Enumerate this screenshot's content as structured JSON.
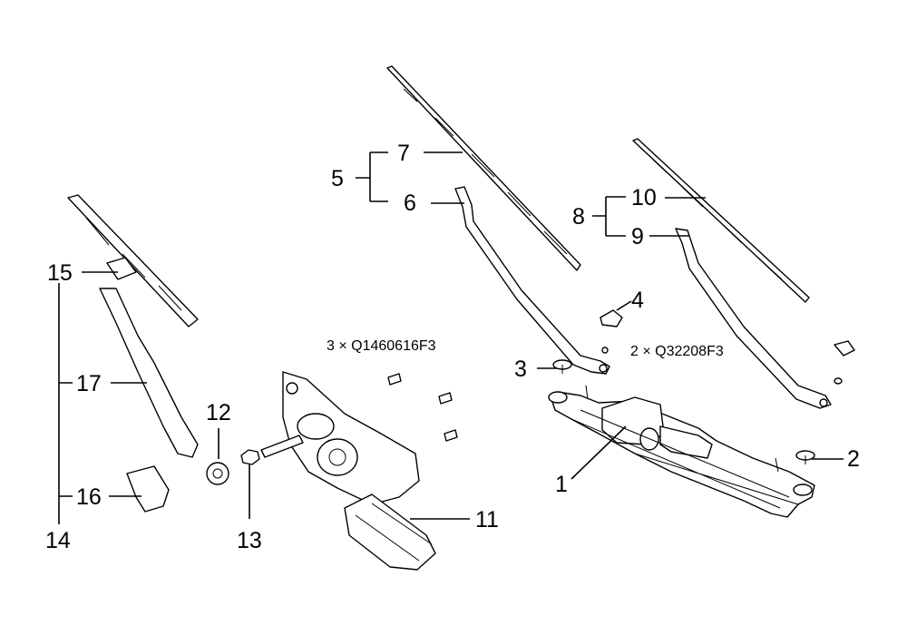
{
  "labels": {
    "p1": "1",
    "p2": "2",
    "p3": "3",
    "p4": "4",
    "p5": "5",
    "p6": "6",
    "p7": "7",
    "p8": "8",
    "p9": "9",
    "p10": "10",
    "p11": "11",
    "p12": "12",
    "p13": "13",
    "p14": "14",
    "p15": "15",
    "p16": "16",
    "p17": "17"
  },
  "notes": {
    "bolt_qty": "3 × Q1460616F3",
    "washer_qty": "2 × Q32208F3"
  }
}
